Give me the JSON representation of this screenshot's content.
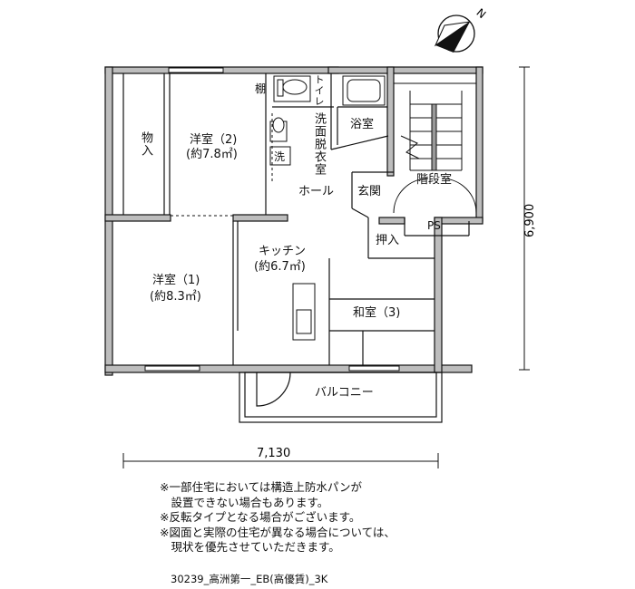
{
  "rooms": {
    "western_2_name": "洋室（2)",
    "western_2_size": "(約7.8㎡)",
    "western_1_name": "洋室（1)",
    "western_1_size": "(約8.3㎡)",
    "kitchen_name": "キッチン",
    "kitchen_size": "(約6.7㎡)",
    "japanese_3": "和室（3)",
    "storage": "物入",
    "shelf": "棚",
    "toilet": "トイレ",
    "washroom": "洗面脱衣室",
    "washer": "洗",
    "bath": "浴室",
    "hall": "ホール",
    "entrance": "玄関",
    "stair_hall": "階段室",
    "closet": "押入",
    "ps": "PS",
    "balcony": "バルコニー"
  },
  "dimensions": {
    "width": "7,130",
    "depth": "6,900"
  },
  "compass": {
    "north": "N"
  },
  "notes": [
    "※一部住宅においては構造上防水パンが",
    "　設置できない場合もあります。",
    "※反転タイプとなる場合がございます。",
    "※図面と実際の住宅が異なる場合については、",
    "　現状を優先させていただきます。"
  ],
  "caption": "30239_高洲第一_EB(高優賃)_3K"
}
